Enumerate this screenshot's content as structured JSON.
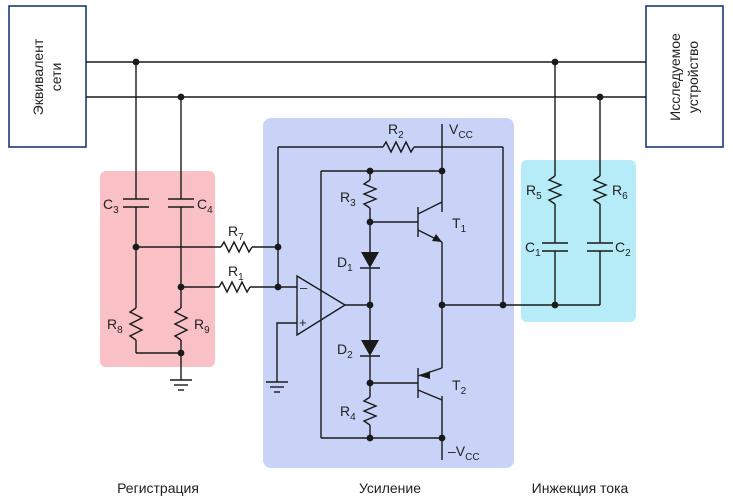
{
  "blocks": {
    "left_box": "Эквивалент сети",
    "left_box_lines": [
      "Эквивалент",
      "сети"
    ],
    "right_box": "Исследуемое устройство",
    "right_box_lines": [
      "Исследуемое",
      "устройство"
    ]
  },
  "regions": {
    "registration": {
      "label": "Регистрация",
      "color": "#f9c0c6"
    },
    "amplification": {
      "label": "Усиление",
      "color": "#c8d3f7"
    },
    "injection": {
      "label": "Инжекция тока",
      "color": "#b5ecf8"
    }
  },
  "components": {
    "C3": {
      "base": "C",
      "sub": "3"
    },
    "C4": {
      "base": "C",
      "sub": "4"
    },
    "R7": {
      "base": "R",
      "sub": "7"
    },
    "R1": {
      "base": "R",
      "sub": "1"
    },
    "R8": {
      "base": "R",
      "sub": "8"
    },
    "R9": {
      "base": "R",
      "sub": "9"
    },
    "R2": {
      "base": "R",
      "sub": "2"
    },
    "R3": {
      "base": "R",
      "sub": "3"
    },
    "R4": {
      "base": "R",
      "sub": "4"
    },
    "D1": {
      "base": "D",
      "sub": "1"
    },
    "D2": {
      "base": "D",
      "sub": "2"
    },
    "T1": {
      "base": "T",
      "sub": "1"
    },
    "T2": {
      "base": "T",
      "sub": "2"
    },
    "R5": {
      "base": "R",
      "sub": "5"
    },
    "R6": {
      "base": "R",
      "sub": "6"
    },
    "C1": {
      "base": "C",
      "sub": "1"
    },
    "C2": {
      "base": "C",
      "sub": "2"
    },
    "VCC_pos": {
      "base": "V",
      "sub": "CC"
    },
    "VCC_neg": {
      "base": "–V",
      "sub": "CC"
    }
  },
  "opamp": {
    "minus": "–",
    "plus": "+"
  }
}
